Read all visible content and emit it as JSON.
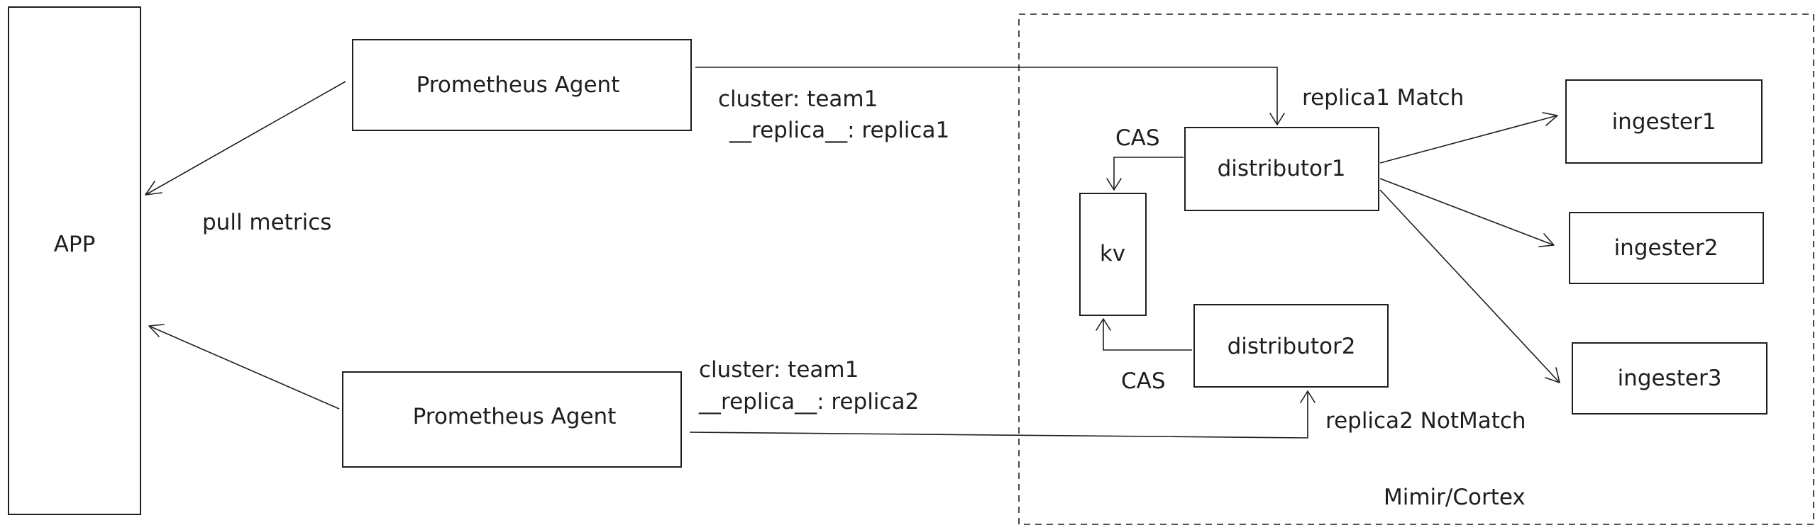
{
  "nodes": {
    "app": "APP",
    "agent1": "Prometheus Agent",
    "agent2": "Prometheus Agent",
    "distributor1": "distributor1",
    "distributor2": "distributor2",
    "kv": "kv",
    "ingester1": "ingester1",
    "ingester2": "ingester2",
    "ingester3": "ingester3"
  },
  "labels": {
    "pull_metrics": "pull metrics",
    "agent1_cluster": "cluster: team1",
    "agent1_replica": "__replica__: replica1",
    "agent2_cluster": "cluster: team1",
    "agent2_replica": "__replica__: replica2",
    "cas_top": "CAS",
    "cas_bottom": "CAS",
    "replica1_match": "replica1 Match",
    "replica2_notmatch": "replica2 NotMatch"
  },
  "region": {
    "label": "Mimir/Cortex"
  }
}
